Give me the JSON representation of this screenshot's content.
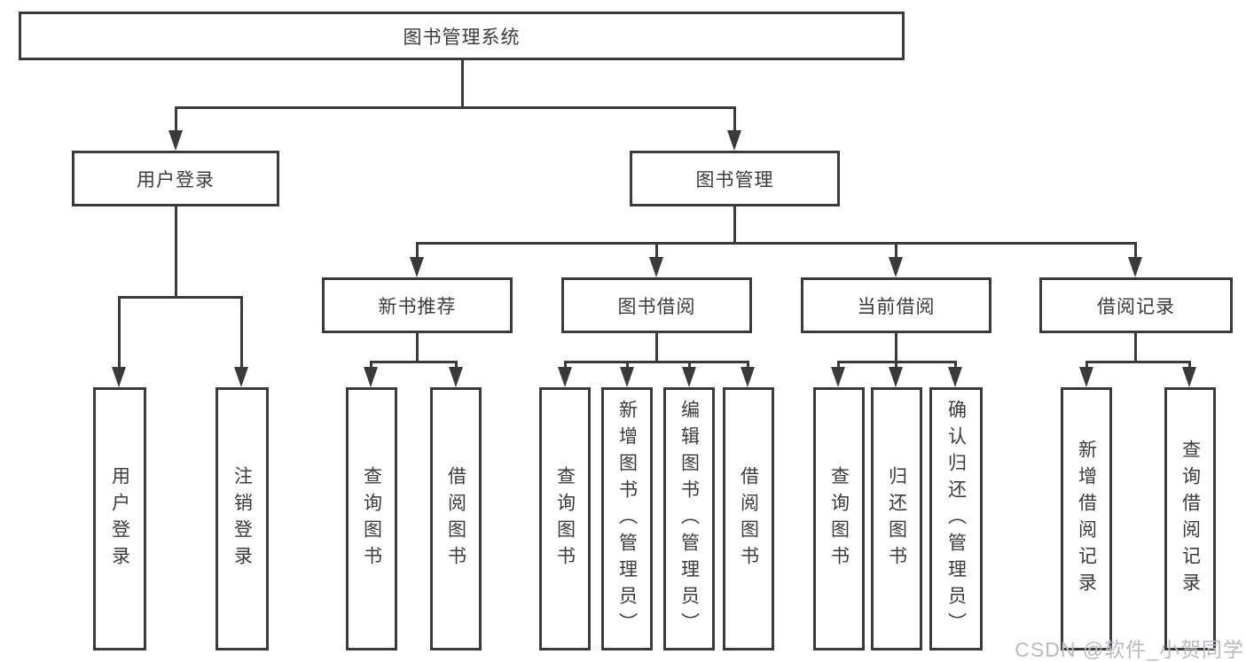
{
  "diagram": {
    "title_node": "图书管理系统",
    "level1": [
      "用户登录",
      "图书管理"
    ],
    "level2": [
      "新书推荐",
      "图书借阅",
      "当前借阅",
      "借阅记录"
    ],
    "leaves_login": [
      "用户登录",
      "注销登录"
    ],
    "leaves_new": [
      "查询图书",
      "借阅图书"
    ],
    "leaves_borrow": [
      "查询图书",
      "新增图书（管理员）",
      "编辑图书（管理员）",
      "借阅图书"
    ],
    "leaves_current": [
      "查询图书",
      "归还图书",
      "确认归还（管理员）"
    ],
    "leaves_records": [
      "新增借阅记录",
      "查询借阅记录"
    ],
    "colors": {
      "line": "#3a3a3a",
      "text": "#3b3b3b",
      "box_fill": "#ffffff",
      "watermark": "#b7bbc0"
    }
  },
  "watermark": {
    "text": "CSDN @软件_小贺同学"
  }
}
